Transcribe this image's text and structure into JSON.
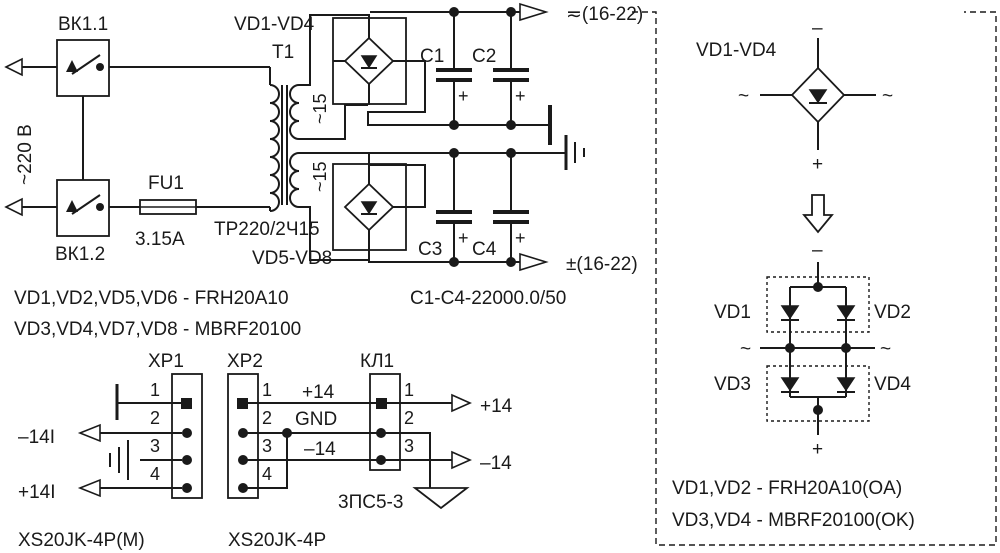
{
  "switches": {
    "bk1_1": "ВК1.1",
    "bk1_2": "ВК1.2"
  },
  "mains": {
    "voltage_label": "~220 В"
  },
  "fuse": {
    "ref": "FU1",
    "rating": "3.15A"
  },
  "transformer": {
    "ref": "T1",
    "type": "TP220/2Ч15",
    "winding1": "~15",
    "winding2": "~15"
  },
  "bridges": {
    "upper": "VD1-VD4",
    "lower": "VD5-VD8"
  },
  "capacitors": {
    "c1": "C1",
    "c2": "C2",
    "c3": "C3",
    "c4": "C4",
    "spec": "C1-C4-22000.0/50",
    "plus": "+"
  },
  "outputs": {
    "top": "≂(16-22)",
    "bottom": "±(16-22)"
  },
  "diode_notes": {
    "line1": "VD1,VD2,VD5,VD6 - FRH20A10",
    "line2": "VD3,VD4,VD7,VD8 - MBRF20100"
  },
  "connectors": {
    "xp1": "XP1",
    "xp2": "XP2",
    "kl1": "КЛ1",
    "xp1_part": "XS20JK-4P(M)",
    "xp2_part": "XS20JK-4P",
    "kl1_part": "3ПС5-3",
    "pins4": [
      "1",
      "2",
      "3",
      "4"
    ],
    "pins3": [
      "1",
      "2",
      "3"
    ],
    "net_p14": "+14",
    "net_gnd": "GND",
    "net_m14": "–14",
    "out_plus": "+14",
    "out_minus": "–14",
    "in_minus": "–14I",
    "in_plus": "+14I"
  },
  "inset": {
    "title": "VD1-VD4",
    "minus": "–",
    "plus": "+",
    "tilde": "~",
    "vd1": "VD1",
    "vd2": "VD2",
    "vd3": "VD3",
    "vd4": "VD4",
    "note1": "VD1,VD2 - FRH20A10(OA)",
    "note2": "VD3,VD4 - MBRF20100(OK)"
  }
}
